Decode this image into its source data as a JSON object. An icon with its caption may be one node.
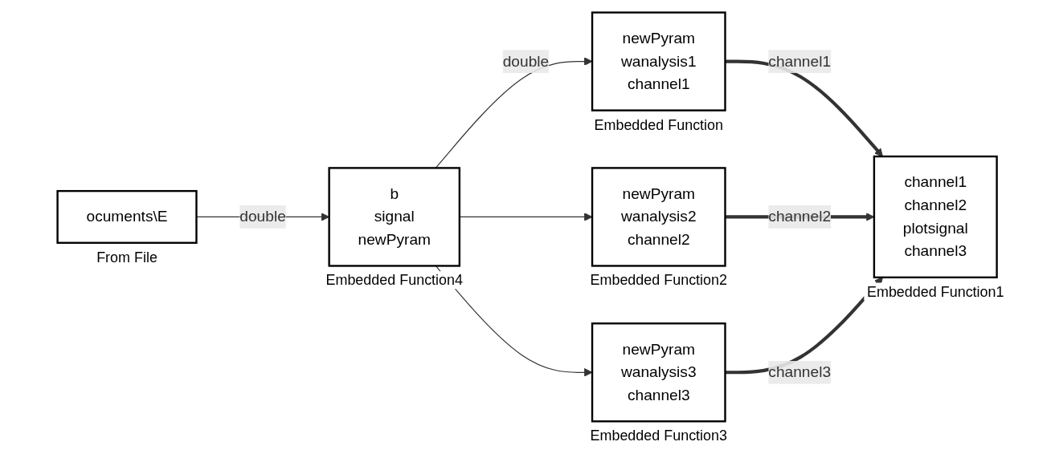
{
  "diagram": {
    "nodes": [
      {
        "text": [
          "ocuments\\E"
        ],
        "beside": [
          "From File"
        ]
      },
      {
        "text": [
          "b",
          "signal",
          "newPyram"
        ],
        "beside": [
          "Embedded Function4"
        ]
      },
      {
        "text": [
          "newPyram",
          "wanalysis1",
          "channel1"
        ],
        "beside": [
          "Embedded Function"
        ]
      },
      {
        "text": [
          "newPyram",
          "wanalysis2",
          "channel2"
        ],
        "beside": [
          "Embedded Function2"
        ]
      },
      {
        "text": [
          "newPyram",
          "wanalysis3",
          "channel3"
        ],
        "beside": [
          "Embedded Function3"
        ]
      },
      {
        "text": [
          "channel1",
          "channel2",
          "plotsignal",
          "channel3"
        ],
        "beside": [
          "Embedded Function1"
        ]
      }
    ],
    "edges": [
      {
        "from": 0,
        "to": 1,
        "arrow": "to",
        "label": "double"
      },
      {
        "from": 1,
        "to": 2,
        "arrow": "to",
        "label": "double"
      },
      {
        "from": 1,
        "to": 3,
        "arrow": "to"
      },
      {
        "from": 1,
        "to": 4,
        "arrow": "to"
      },
      {
        "from": 2,
        "to": 5,
        "arrow": "to",
        "label": "channel1",
        "style": "thick"
      },
      {
        "from": 3,
        "to": 5,
        "arrow": "to",
        "label": "channel2",
        "style": "thick"
      },
      {
        "from": 4,
        "to": 5,
        "arrow": "to",
        "label": "channel3",
        "style": "thick"
      }
    ]
  }
}
